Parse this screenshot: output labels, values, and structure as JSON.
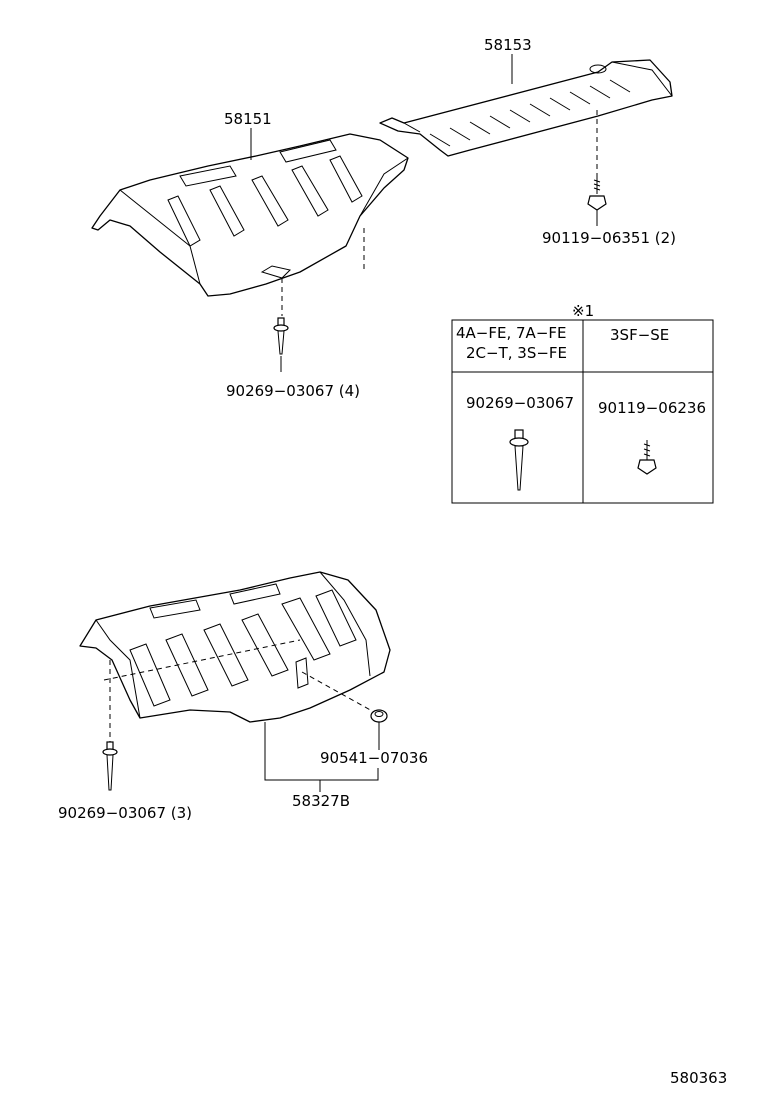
{
  "callouts": {
    "part_58153": "58153",
    "part_58151": "58151",
    "bolt_90119_06351": "90119−06351 (2)",
    "clip_90269_03067_4": "90269−03067 (4)",
    "clip_90269_03067_3": "90269−03067 (3)",
    "nut_90541_07036": "90541−07036",
    "part_58327B": "58327B"
  },
  "variant_table": {
    "note_mark": "※1",
    "col1_header_line1": "4A−FE, 7A−FE",
    "col1_header_line2": "2C−T, 3S−FE",
    "col2_header": "3SF−SE",
    "col1_part": "90269−03067",
    "col2_part": "90119−06236"
  },
  "diagram_number": "580363"
}
